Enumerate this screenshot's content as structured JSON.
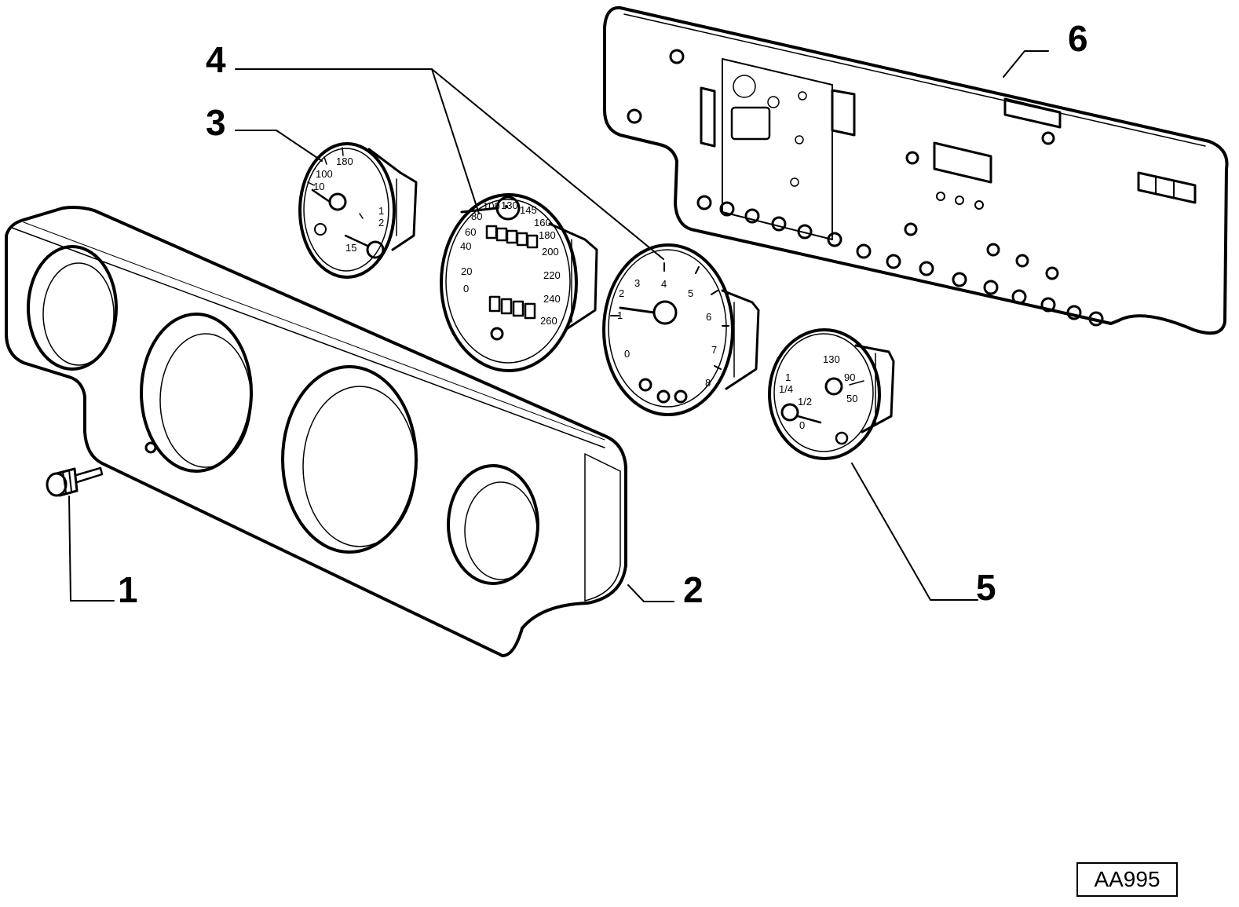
{
  "callouts": {
    "c1": "1",
    "c2": "2",
    "c3": "3",
    "c4": "4",
    "c5": "5",
    "c6": "6"
  },
  "reference_code": "AA995",
  "dials": {
    "gauge3": [
      "180",
      "100",
      "10",
      "1",
      "2",
      "15"
    ],
    "speedometer": [
      "100",
      "130",
      "145",
      "160",
      "180",
      "200",
      "220",
      "240",
      "260",
      "80",
      "60",
      "40",
      "20",
      "0"
    ],
    "tachometer": [
      "3",
      "4",
      "5",
      "6",
      "7",
      "8",
      "2",
      "1",
      "0"
    ],
    "gauge5": [
      "130",
      "90",
      "50",
      "1/4",
      "1/2",
      "0",
      "1"
    ]
  },
  "colors": {
    "line": "#000000",
    "background": "#ffffff"
  }
}
